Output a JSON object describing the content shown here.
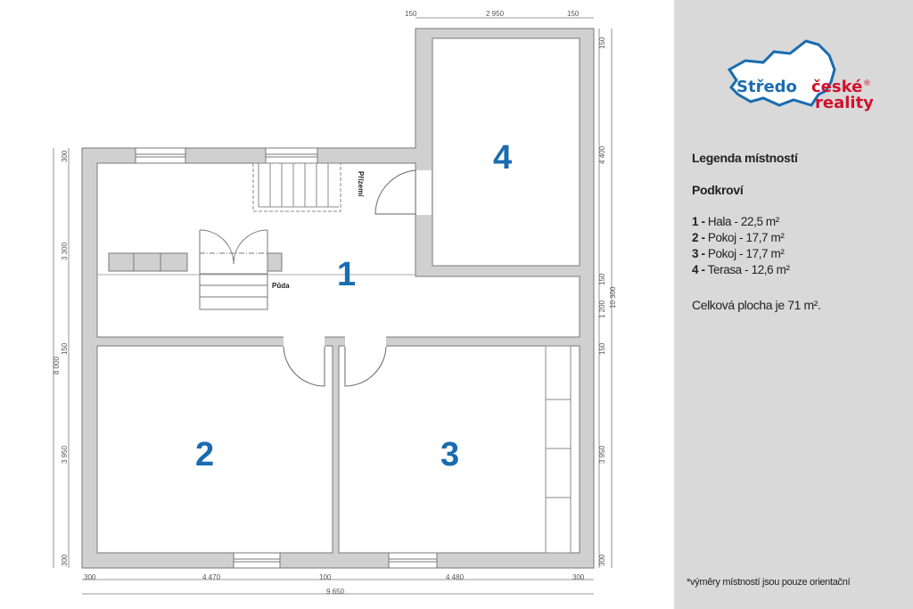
{
  "plan": {
    "rooms": [
      "1",
      "2",
      "3",
      "4"
    ],
    "stair_labels": {
      "down": "Přízemí",
      "up": "Půda"
    },
    "dimensions": {
      "top": [
        "150",
        "2 950",
        "150"
      ],
      "left_inner": [
        "300",
        "3 300",
        "150",
        "3 950",
        "300"
      ],
      "left_total": "8 000",
      "right_inner": [
        "150",
        "4 400",
        "150",
        "1 200",
        "150",
        "3 950",
        "300"
      ],
      "right_total": "10 300",
      "bottom_inner": [
        "300",
        "4 470",
        "100",
        "4 480",
        "300"
      ],
      "bottom_total": "9 650"
    }
  },
  "legend": {
    "logo": {
      "part1": "Středo",
      "part2": "české",
      "part3": "reality",
      "mark": "®"
    },
    "title": "Legenda místností",
    "floor": "Podkroví",
    "rooms": [
      {
        "num": "1 -",
        "text": "Hala - 22,5 m²"
      },
      {
        "num": "2 -",
        "text": "Pokoj - 17,7 m²"
      },
      {
        "num": "3 -",
        "text": "Pokoj - 17,7 m²"
      },
      {
        "num": "4 -",
        "text": "Terasa - 12,6 m²"
      }
    ],
    "total": "Celková plocha je 71 m².",
    "note": "*výměry místností jsou pouze orientační"
  },
  "colors": {
    "wall": "#d0d0d0",
    "room_number": "#1a6cb0",
    "logo_blue": "#1a6cb0",
    "logo_red": "#d0112b",
    "panel": "#d9d9d9"
  }
}
